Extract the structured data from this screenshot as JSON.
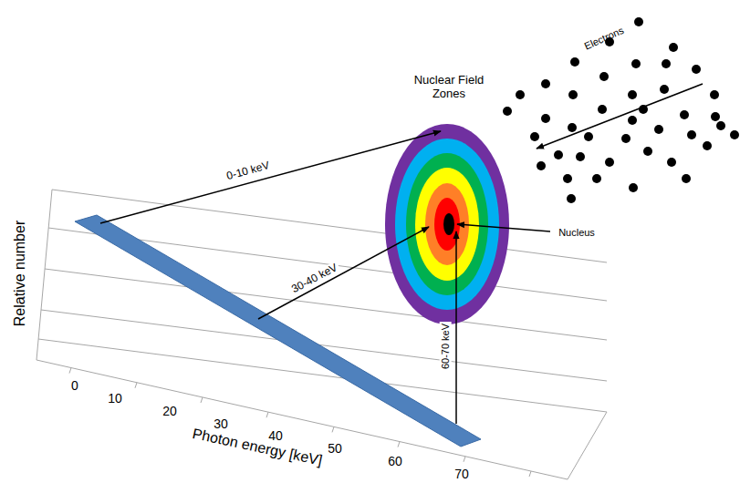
{
  "diagram": {
    "labels": [
      "Electrons",
      "Nuclear Field Zones",
      "Nucleus",
      "0-10 keV",
      "30-40 keV",
      "60-70 keV",
      "Relative number",
      "Photon energy [keV]",
      "0",
      "10",
      "20",
      "30",
      "40",
      "50",
      "60",
      "70"
    ]
  }
}
